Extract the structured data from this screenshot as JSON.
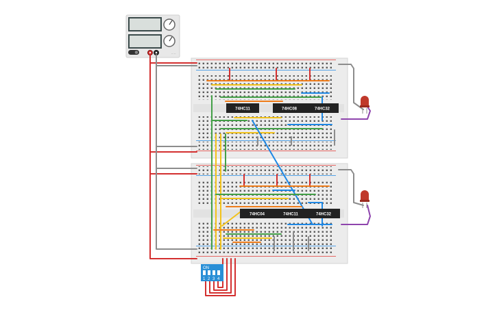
{
  "power_supply": {
    "name": "DC power supply"
  },
  "breadboards": [
    {
      "name": "top-breadboard",
      "chips": [
        {
          "label": "74HC11"
        },
        {
          "label": "74HC08"
        },
        {
          "label": "74HC32"
        }
      ]
    },
    {
      "name": "bottom-breadboard",
      "chips": [
        {
          "label": "74HC04"
        },
        {
          "label": "74HC11"
        },
        {
          "label": "74HC32"
        }
      ]
    }
  ],
  "dip_switch": {
    "on_label": "ON",
    "positions": [
      "1",
      "2",
      "3",
      "4"
    ]
  },
  "leds": [
    {
      "name": "top-led",
      "color": "#c0392b"
    },
    {
      "name": "bottom-led",
      "color": "#c0392b"
    }
  ],
  "colors": {
    "wire_red": "#d32f2f",
    "wire_orange": "#ef7d1a",
    "wire_yellow": "#f2c21b",
    "wire_green": "#43a047",
    "wire_blue": "#1e88e5",
    "wire_purple": "#8e44ad",
    "wire_gray": "#8c8c8c",
    "chip_body": "#222222",
    "board": "#ececec",
    "dip_body": "#2a8fd6"
  }
}
